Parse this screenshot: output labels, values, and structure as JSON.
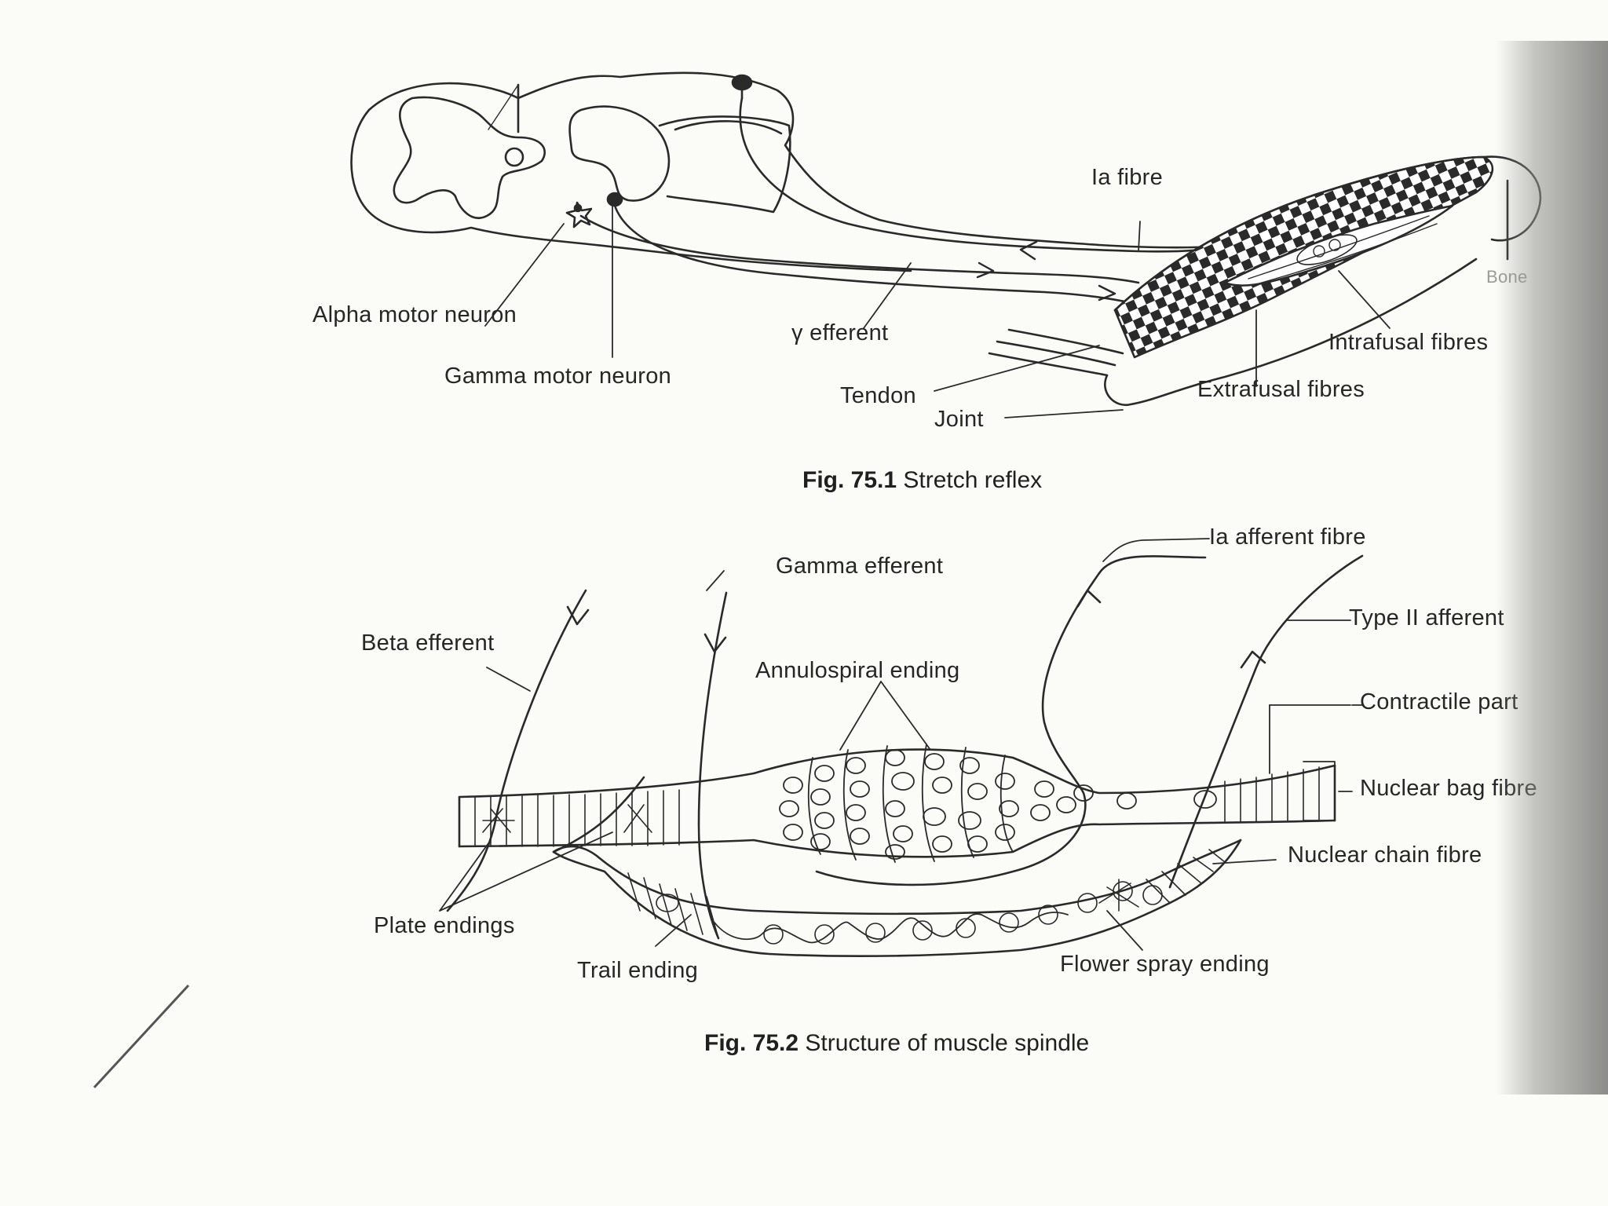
{
  "figure1": {
    "caption_number": "Fig. 75.1",
    "caption_text": "Stretch reflex",
    "labels": {
      "ia_fibre": "Ia fibre",
      "alpha_motor_neuron": "Alpha motor neuron",
      "gamma_motor_neuron": "Gamma motor neuron",
      "gamma_efferent": "γ efferent",
      "tendon": "Tendon",
      "joint": "Joint",
      "extrafusal_fibres": "Extrafusal fibres",
      "intrafusal_fibres": "Intrafusal fibres",
      "bone": "Bone"
    }
  },
  "figure2": {
    "caption_number": "Fig. 75.2",
    "caption_text": "Structure of muscle spindle",
    "labels": {
      "gamma_efferent": "Gamma efferent",
      "ia_afferent_fibre": "Ia afferent fibre",
      "beta_efferent": "Beta efferent",
      "type_ii_afferent": "Type II afferent",
      "annulospiral_ending": "Annulospiral ending",
      "contractile_part": "Contractile part",
      "nuclear_bag_fibre": "Nuclear bag fibre",
      "nuclear_chain_fibre": "Nuclear chain fibre",
      "plate_endings": "Plate endings",
      "trail_ending": "Trail ending",
      "flower_spray_ending": "Flower spray ending"
    }
  },
  "colors": {
    "ink": "#262626",
    "paper": "#fbfbf8",
    "edge_shadow": "#7a7a78"
  }
}
